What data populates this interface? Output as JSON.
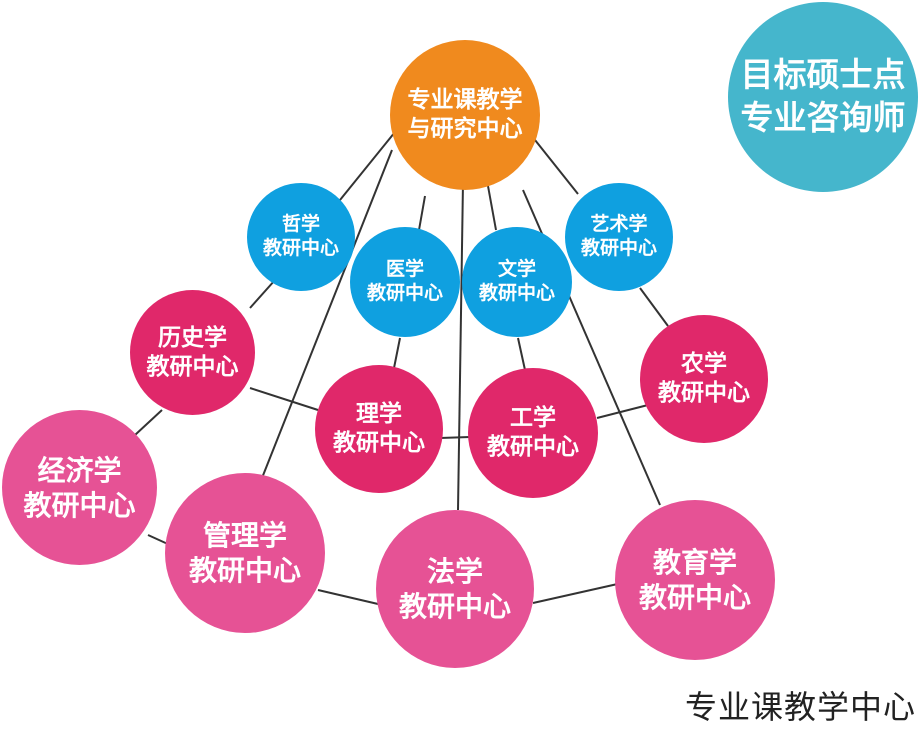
{
  "colors": {
    "center": "#f08a1e",
    "blue": "#0fa0e0",
    "crimson": "#e0286a",
    "pink": "#e65295",
    "teal": "#45b6cc",
    "line": "#333333"
  },
  "center": {
    "line1": "专业课教学",
    "line2": "与研究中心"
  },
  "consultant": {
    "line1": "目标硕士点",
    "line2": "专业咨询师"
  },
  "nodes": {
    "philosophy": {
      "line1": "哲学",
      "line2": "教研中心"
    },
    "medicine": {
      "line1": "医学",
      "line2": "教研中心"
    },
    "literature": {
      "line1": "文学",
      "line2": "教研中心"
    },
    "art": {
      "line1": "艺术学",
      "line2": "教研中心"
    },
    "history": {
      "line1": "历史学",
      "line2": "教研中心"
    },
    "agriculture": {
      "line1": "农学",
      "line2": "教研中心"
    },
    "science": {
      "line1": "理学",
      "line2": "教研中心"
    },
    "engineering": {
      "line1": "工学",
      "line2": "教研中心"
    },
    "economics": {
      "line1": "经济学",
      "line2": "教研中心"
    },
    "management": {
      "line1": "管理学",
      "line2": "教研中心"
    },
    "law": {
      "line1": "法学",
      "line2": "教研中心"
    },
    "education": {
      "line1": "教育学",
      "line2": "教研中心"
    }
  },
  "caption": "专业课教学中心"
}
